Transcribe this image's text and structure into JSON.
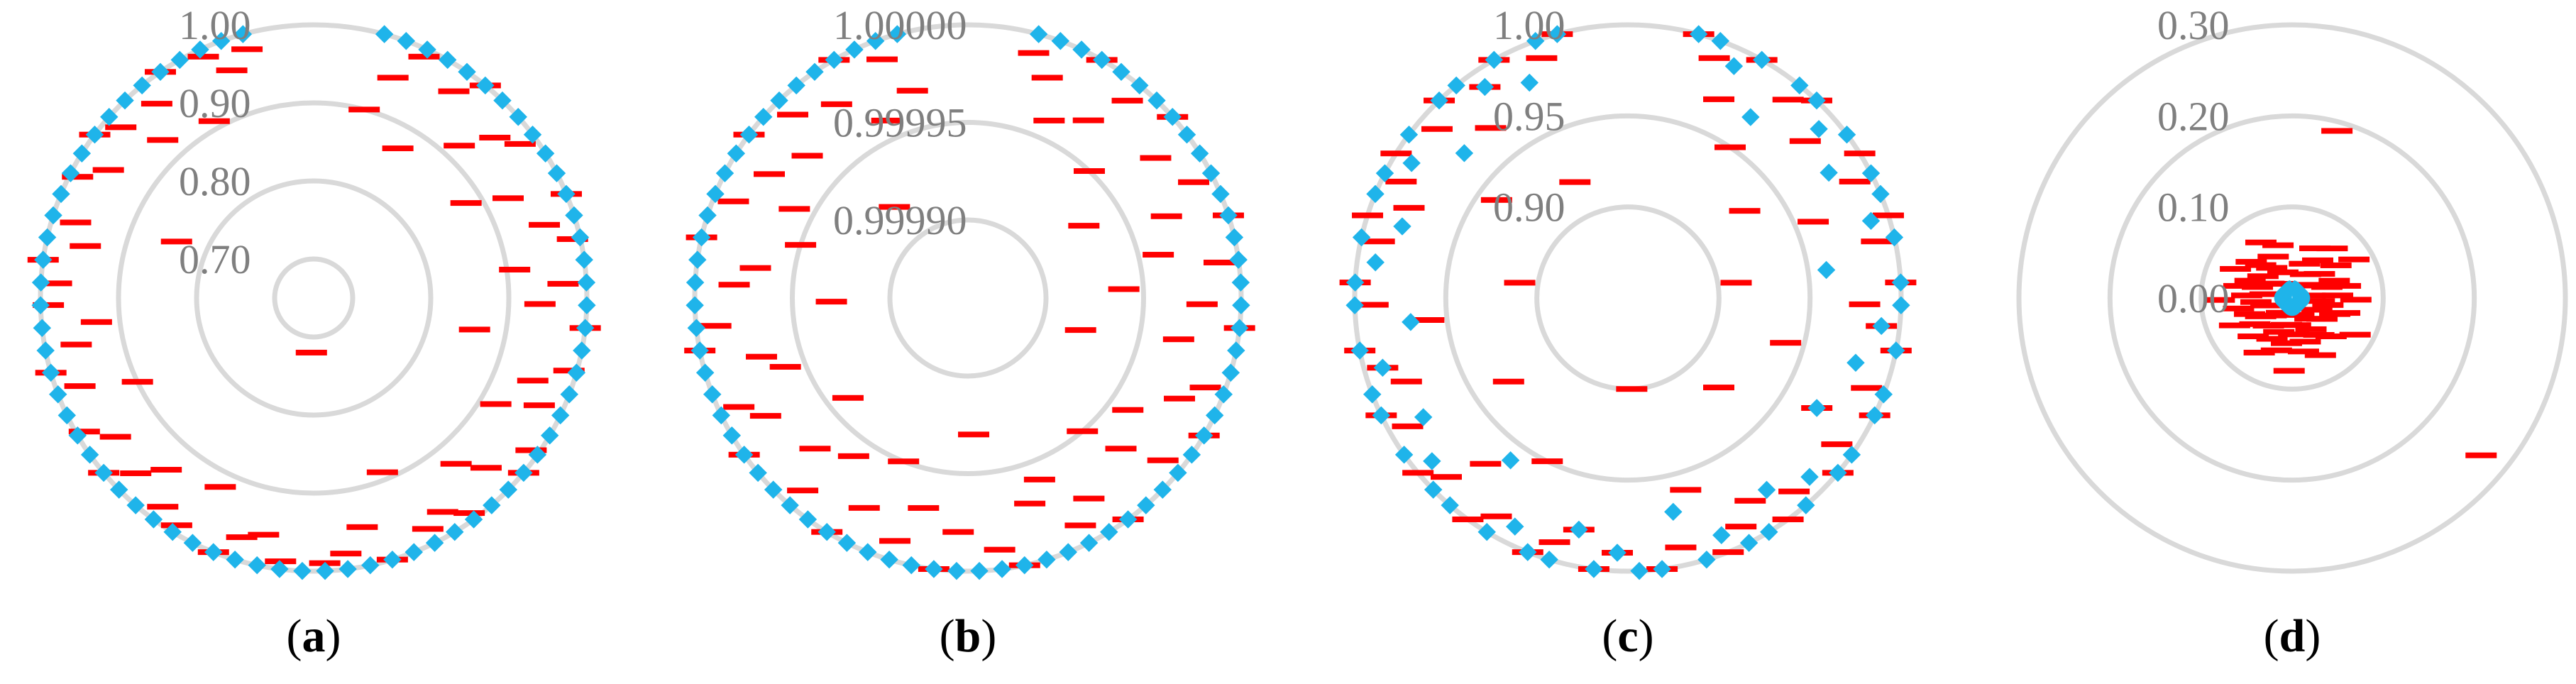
{
  "colors": {
    "grid": "#d9d9d9",
    "tick_text": "#7f7f7f",
    "series_a": "#ff0000",
    "series_b": "#1fb4ea"
  },
  "chart_data": [
    {
      "type": "scatter",
      "coordinate": "polar",
      "label": "a",
      "rlim": [
        0.65,
        1.0
      ],
      "ticks": [
        {
          "value": 0.7,
          "label": "0.70"
        },
        {
          "value": 0.8,
          "label": "0.80"
        },
        {
          "value": 0.9,
          "label": "0.90"
        },
        {
          "value": 1.0,
          "label": "1.00"
        }
      ],
      "series": [
        {
          "marker": "dash",
          "color": "#ff0000",
          "count": 70,
          "r": [
            0.9,
            0.95,
            0.99,
            0.87,
            0.97,
            1.0,
            0.92,
            0.96,
            0.98,
            0.88,
            0.93,
            1.0,
            0.96,
            0.99,
            0.91,
            0.97,
            0.94,
            1.0,
            0.86,
            0.99,
            0.95,
            0.97,
            0.92,
            0.99,
            1.0,
            0.96,
            0.93,
            0.99,
            0.97,
            0.98,
            0.89,
            1.0,
            0.95,
            0.98,
            0.99,
            0.72,
            0.99,
            0.96,
            0.97,
            1.0,
            0.92,
            0.99,
            0.98,
            0.94,
            0.97,
            1.0,
            0.96,
            0.99,
            0.9,
            0.97,
            1.0,
            0.96,
            0.93,
            0.99,
            0.98,
            1.0,
            0.95,
            0.97,
            0.84,
            0.99,
            0.96,
            1.0,
            0.98,
            0.93,
            0.97,
            1.0,
            0.91,
            0.99,
            0.96,
            0.98
          ]
        },
        {
          "marker": "diamond",
          "color": "#1fb4ea",
          "count": 70,
          "r_constant": 1.0
        }
      ]
    },
    {
      "type": "scatter",
      "coordinate": "polar",
      "label": "b",
      "rlim": [
        0.99986,
        1.0
      ],
      "ticks": [
        {
          "value": 0.9999,
          "label": "0.99990"
        },
        {
          "value": 0.99995,
          "label": "0.99995"
        },
        {
          "value": 1.0,
          "label": "1.00000"
        }
      ],
      "series": [
        {
          "marker": "dash",
          "color": "#ff0000",
          "count": 70,
          "r": [
            0.99999,
            0.99998,
            0.99996,
            1.0,
            0.99997,
            0.99999,
            0.99995,
            1.0,
            0.99998,
            0.99993,
            0.99999,
            0.99997,
            1.0,
            0.99996,
            0.99999,
            0.99994,
            0.99998,
            1.0,
            0.99997,
            0.99992,
            0.99999,
            0.99998,
            1.0,
            0.99996,
            0.99999,
            0.99997,
            0.99995,
            1.0,
            0.99998,
            0.99999,
            0.99996,
            0.99997,
            1.0,
            0.99999,
            0.99993,
            0.99998,
            1.0,
            0.99997,
            0.99999,
            0.99995,
            0.99998,
            1.0,
            0.99996,
            0.99999,
            0.99997,
            0.99994,
            1.0,
            0.99998,
            0.99999,
            0.99996,
            0.99997,
            1.0,
            0.99999,
            0.99993,
            0.99998,
            0.99997,
            1.0,
            0.99995,
            0.99999,
            0.99996,
            0.99998,
            1.0,
            0.99997,
            0.99999,
            0.99992,
            0.99998,
            1.0,
            0.99996,
            0.99999,
            0.99997
          ]
        },
        {
          "marker": "diamond",
          "color": "#1fb4ea",
          "count": 70,
          "r_constant": 1.0
        }
      ]
    },
    {
      "type": "scatter",
      "coordinate": "polar",
      "label": "c",
      "rlim": [
        0.85,
        1.0
      ],
      "ticks": [
        {
          "value": 0.9,
          "label": "0.90"
        },
        {
          "value": 0.95,
          "label": "0.95"
        },
        {
          "value": 1.0,
          "label": "1.00"
        }
      ],
      "series": [
        {
          "marker": "dash",
          "color": "#ff0000",
          "count": 70,
          "r": [
            1.0,
            0.99,
            0.97,
            1.0,
            0.95,
            0.99,
            1.0,
            0.98,
            0.93,
            1.0,
            0.99,
            0.96,
            1.0,
            0.99,
            0.91,
            1.0,
            0.98,
            0.99,
            1.0,
            0.94,
            0.99,
            1.0,
            0.97,
            0.99,
            1.0,
            0.92,
            0.99,
            1.0,
            0.98,
            0.99,
            1.0,
            0.96,
            0.99,
            1.0,
            0.9,
            0.99,
            1.0,
            0.98,
            0.99,
            1.0,
            0.95,
            0.99,
            1.0,
            0.97,
            0.99,
            1.0,
            0.93,
            0.99,
            1.0,
            0.98,
            0.99,
            1.0,
            0.96,
            0.99,
            1.0,
            0.91,
            0.99,
            1.0,
            0.98,
            0.99,
            1.0,
            0.94,
            0.99,
            1.0,
            0.97,
            0.99,
            1.0,
            0.92,
            0.99,
            1.0
          ]
        },
        {
          "marker": "diamond",
          "color": "#1fb4ea",
          "count": 70,
          "r": [
            1.0,
            1.0,
            0.99,
            1.0,
            0.97,
            1.0,
            1.0,
            0.99,
            1.0,
            0.98,
            1.0,
            1.0,
            0.99,
            1.0,
            0.96,
            1.0,
            1.0,
            0.99,
            1.0,
            0.98,
            1.0,
            1.0,
            0.97,
            1.0,
            1.0,
            0.99,
            1.0,
            0.98,
            1.0,
            1.0,
            0.99,
            1.0,
            0.97,
            1.0,
            1.0,
            0.99,
            1.0,
            0.98,
            1.0,
            1.0,
            0.99,
            1.0,
            0.96,
            1.0,
            1.0,
            0.99,
            1.0,
            0.98,
            1.0,
            1.0,
            0.99,
            1.0,
            0.97,
            1.0,
            1.0,
            0.99,
            1.0,
            0.98,
            1.0,
            1.0,
            0.99,
            1.0,
            0.97,
            1.0,
            1.0,
            0.99,
            1.0,
            0.98,
            1.0,
            1.0
          ]
        }
      ]
    },
    {
      "type": "scatter",
      "coordinate": "polar",
      "label": "d",
      "rlim": [
        0.0,
        0.3
      ],
      "ticks": [
        {
          "value": 0.0,
          "label": "0.00"
        },
        {
          "value": 0.1,
          "label": "0.10"
        },
        {
          "value": 0.2,
          "label": "0.20"
        },
        {
          "value": 0.3,
          "label": "0.30"
        }
      ],
      "series": [
        {
          "marker": "dash",
          "color": "#ff0000",
          "count": 70,
          "r": [
            0.19,
            0.04,
            0.06,
            0.03,
            0.05,
            0.07,
            0.02,
            0.04,
            0.06,
            0.08,
            0.03,
            0.05,
            0.04,
            0.06,
            0.02,
            0.05,
            0.07,
            0.03,
            0.04,
            0.06,
            0.05,
            0.03,
            0.08,
            0.04,
            0.27,
            0.06,
            0.03,
            0.05,
            0.04,
            0.07,
            0.02,
            0.05,
            0.06,
            0.03,
            0.04,
            0.08,
            0.05,
            0.03,
            0.06,
            0.04,
            0.05,
            0.07,
            0.02,
            0.04,
            0.06,
            0.03,
            0.05,
            0.04,
            0.07,
            0.05,
            0.03,
            0.06,
            0.04,
            0.08,
            0.05,
            0.03,
            0.06,
            0.04,
            0.05,
            0.07,
            0.03,
            0.04,
            0.06,
            0.05,
            0.02,
            0.04,
            0.07,
            0.05,
            0.03,
            0.06
          ]
        },
        {
          "marker": "diamond",
          "color": "#1fb4ea",
          "count": 70,
          "r_constant": 0.01
        }
      ]
    }
  ]
}
